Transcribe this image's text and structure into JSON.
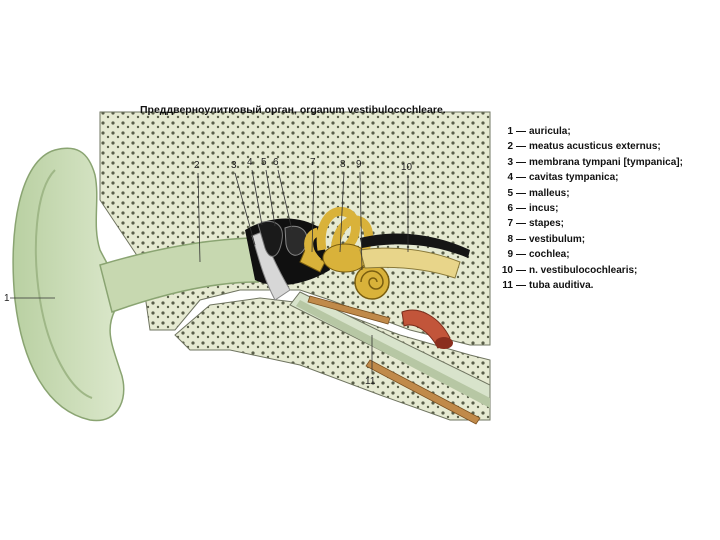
{
  "title": "Преддверноулитковый орган, organum vestibulocochleare.",
  "legend": [
    {
      "num": "1",
      "text": "auricula;"
    },
    {
      "num": "2",
      "text": "meatus acusticus externus;"
    },
    {
      "num": "3",
      "text": "membrana tympani [tympanica];"
    },
    {
      "num": "4",
      "text": "cavitas tympanica;"
    },
    {
      "num": "5",
      "text": "malleus;"
    },
    {
      "num": "6",
      "text": "incus;"
    },
    {
      "num": "7",
      "text": "stapes;"
    },
    {
      "num": "8",
      "text": "vestibulum;"
    },
    {
      "num": "9",
      "text": "cochlea;"
    },
    {
      "num": "10",
      "text": "n. vestibulocochlearis;"
    },
    {
      "num": "11",
      "text": "tuba auditiva."
    }
  ],
  "callouts": [
    "1",
    "2",
    "3",
    "4",
    "5",
    "6",
    "7",
    "8",
    "9",
    "10",
    "11"
  ],
  "colors": {
    "auricle": "#c9dbb4",
    "bone": "#e4e9cf",
    "labyrinth": "#d9b23a",
    "cavity": "#111111",
    "artery": "#c2553a",
    "nerve": "#e8d58a"
  }
}
